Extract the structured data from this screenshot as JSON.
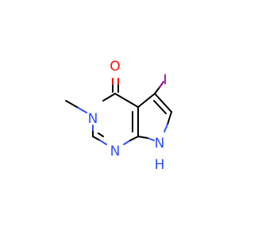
{
  "molecule": {
    "atoms": {
      "oxygen": {
        "label": "O",
        "color": "#ff0d0d"
      },
      "iodine": {
        "label": "I",
        "color": "#940094"
      },
      "nitrogen_n3": {
        "label": "N",
        "color": "#3050f8"
      },
      "nitrogen_n1": {
        "label": "N",
        "color": "#3050f8"
      },
      "nitrogen_nh": {
        "label": "N",
        "color": "#3050f8"
      },
      "hydrogen_nh": {
        "label": "H",
        "color": "#3050f8"
      }
    }
  }
}
